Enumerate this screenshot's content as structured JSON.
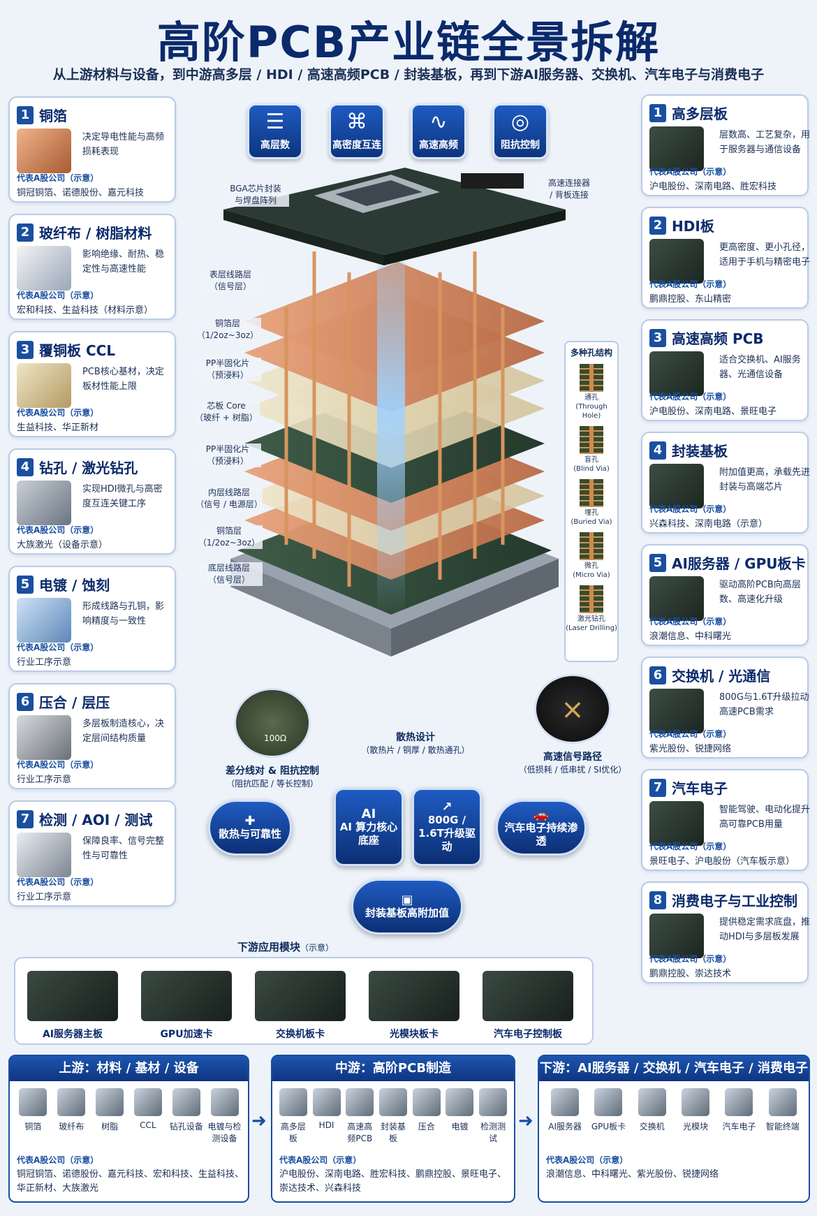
{
  "title": "高阶PCB产业链全景拆解",
  "subtitle": "从上游材料与设备，到中游高多层 / HDI / 高速高频PCB / 封装基板，再到下游AI服务器、交换机、汽车电子与消费电子",
  "rep_label": "代表A股公司（示意）",
  "left_cards": [
    {
      "num": "1",
      "title": "铜箔",
      "desc": "决定导电性能与高频损耗表现",
      "companies": "铜冠铜箔、诺德股份、嘉元科技"
    },
    {
      "num": "2",
      "title": "玻纤布 / 树脂材料",
      "desc": "影响绝缘、耐热、稳定性与高速性能",
      "companies": "宏和科技、生益科技（材料示意）"
    },
    {
      "num": "3",
      "title": "覆铜板 CCL",
      "desc": "PCB核心基材，决定板材性能上限",
      "companies": "生益科技、华正新材"
    },
    {
      "num": "4",
      "title": "钻孔 / 激光钻孔",
      "desc": "实现HDI微孔与高密度互连关键工序",
      "companies": "大族激光（设备示意）"
    },
    {
      "num": "5",
      "title": "电镀 / 蚀刻",
      "desc": "形成线路与孔铜，影响精度与一致性",
      "companies": "行业工序示意"
    },
    {
      "num": "6",
      "title": "压合 / 层压",
      "desc": "多层板制造核心，决定层间结构质量",
      "companies": "行业工序示意"
    },
    {
      "num": "7",
      "title": "检测 / AOI / 测试",
      "desc": "保障良率、信号完整性与可靠性",
      "companies": "行业工序示意"
    }
  ],
  "right_cards": [
    {
      "num": "1",
      "title": "高多层板",
      "desc": "层数高、工艺复杂，用于服务器与通信设备",
      "companies": "沪电股份、深南电路、胜宏科技"
    },
    {
      "num": "2",
      "title": "HDI板",
      "desc": "更高密度、更小孔径，适用于手机与精密电子",
      "companies": "鹏鼎控股、东山精密"
    },
    {
      "num": "3",
      "title": "高速高频 PCB",
      "desc": "适合交换机、AI服务器、光通信设备",
      "companies": "沪电股份、深南电路、景旺电子"
    },
    {
      "num": "4",
      "title": "封装基板",
      "desc": "附加值更高，承载先进封装与高端芯片",
      "companies": "兴森科技、深南电路（示意）"
    },
    {
      "num": "5",
      "title": "AI服务器 / GPU板卡",
      "desc": "驱动高阶PCB向高层数、高速化升级",
      "companies": "浪潮信息、中科曙光"
    },
    {
      "num": "6",
      "title": "交换机 / 光通信",
      "desc": "800G与1.6T升级拉动高速PCB需求",
      "companies": "紫光股份、锐捷网络"
    },
    {
      "num": "7",
      "title": "汽车电子",
      "desc": "智能驾驶、电动化提升高可靠PCB用量",
      "companies": "景旺电子、沪电股份（汽车板示意）"
    },
    {
      "num": "8",
      "title": "消费电子与工业控制",
      "desc": "提供稳定需求底盘，推动HDI与多层板发展",
      "companies": "鹏鼎控股、崇达技术"
    }
  ],
  "top_badges": [
    {
      "label": "高层数",
      "icon": "layers-icon",
      "glyph": "☰"
    },
    {
      "label": "高密度互连",
      "icon": "network-icon",
      "glyph": "⌘"
    },
    {
      "label": "高速高频",
      "icon": "wave-icon",
      "glyph": "∿"
    },
    {
      "label": "阻抗控制",
      "icon": "target-icon",
      "glyph": "◎"
    }
  ],
  "layer_labels": [
    {
      "t": "BGA芯片封装",
      "s": "与焊盘阵列"
    },
    {
      "t": "表层线路层",
      "s": "（信号层）"
    },
    {
      "t": "铜箔层",
      "s": "（1/2oz~3oz）"
    },
    {
      "t": "PP半固化片",
      "s": "（预浸料）"
    },
    {
      "t": "芯板 Core",
      "s": "（玻纤 + 树脂）"
    },
    {
      "t": "PP半固化片",
      "s": "（预浸料）"
    },
    {
      "t": "内层线路层",
      "s": "（信号 / 电源层）"
    },
    {
      "t": "铜箔层",
      "s": "（1/2oz~3oz）"
    },
    {
      "t": "底层线路层",
      "s": "（信号层）"
    }
  ],
  "connector_label": {
    "t": "高速连接器",
    "s": "/ 背板连接"
  },
  "vias": {
    "title": "多种孔结构",
    "items": [
      {
        "cn": "通孔",
        "en": "(Through Hole)"
      },
      {
        "cn": "盲孔",
        "en": "(Blind Via)"
      },
      {
        "cn": "埋孔",
        "en": "(Buried Via)"
      },
      {
        "cn": "微孔",
        "en": "(Micro Via)"
      },
      {
        "cn": "激光钻孔",
        "en": "(Laser Drilling)"
      }
    ]
  },
  "features": [
    {
      "t": "差分线对 & 阻抗控制",
      "s": "（阻抗匹配 / 等长控制）",
      "mark": "100Ω"
    },
    {
      "t": "散热设计",
      "s": "（散热片 / 铜厚 / 散热通孔）"
    },
    {
      "t": "高速信号路径",
      "s": "（低损耗 / 低串扰 / SI优化）"
    }
  ],
  "drivers": [
    {
      "label": "散热与可靠性",
      "icon": "shield-icon",
      "glyph": "✚"
    },
    {
      "label": "AI 算力核心底座",
      "icon": "ai-chip-icon",
      "glyph": "AI"
    },
    {
      "label": "800G / 1.6T升级驱动",
      "icon": "growth-icon",
      "glyph": "↗"
    },
    {
      "label": "汽车电子持续渗透",
      "icon": "car-icon",
      "glyph": "🚗"
    },
    {
      "label": "封装基板高附加值",
      "icon": "chip-icon",
      "glyph": "▣"
    }
  ],
  "app_modules": {
    "title": "下游应用模块",
    "note": "（示意）",
    "items": [
      "AI服务器主板",
      "GPU加速卡",
      "交换机板卡",
      "光模块板卡",
      "汽车电子控制板"
    ]
  },
  "chain": [
    {
      "title": "上游：材料 / 基材 / 设备",
      "items": [
        "铜箔",
        "玻纤布",
        "树脂",
        "CCL",
        "钻孔设备",
        "电镀与检测设备"
      ],
      "companies": "铜冠铜箔、诺德股份、嘉元科技、宏和科技、生益科技、华正新材、大族激光"
    },
    {
      "title": "中游：高阶PCB制造",
      "items": [
        "高多层板",
        "HDI",
        "高速高频PCB",
        "封装基板",
        "压合",
        "电镀",
        "检测测试"
      ],
      "companies": "沪电股份、深南电路、胜宏科技、鹏鼎控股、景旺电子、崇达技术、兴森科技"
    },
    {
      "title": "下游：AI服务器 / 交换机 / 汽车电子 / 消费电子",
      "items": [
        "AI服务器",
        "GPU板卡",
        "交换机",
        "光模块",
        "汽车电子",
        "智能终端"
      ],
      "companies": "浪潮信息、中科曙光、紫光股份、锐捷网络"
    }
  ],
  "colors": {
    "primary": "#0b2a6b",
    "accent": "#1a4fa0",
    "copper": "#c9825a",
    "board": "#2f4a3a"
  }
}
